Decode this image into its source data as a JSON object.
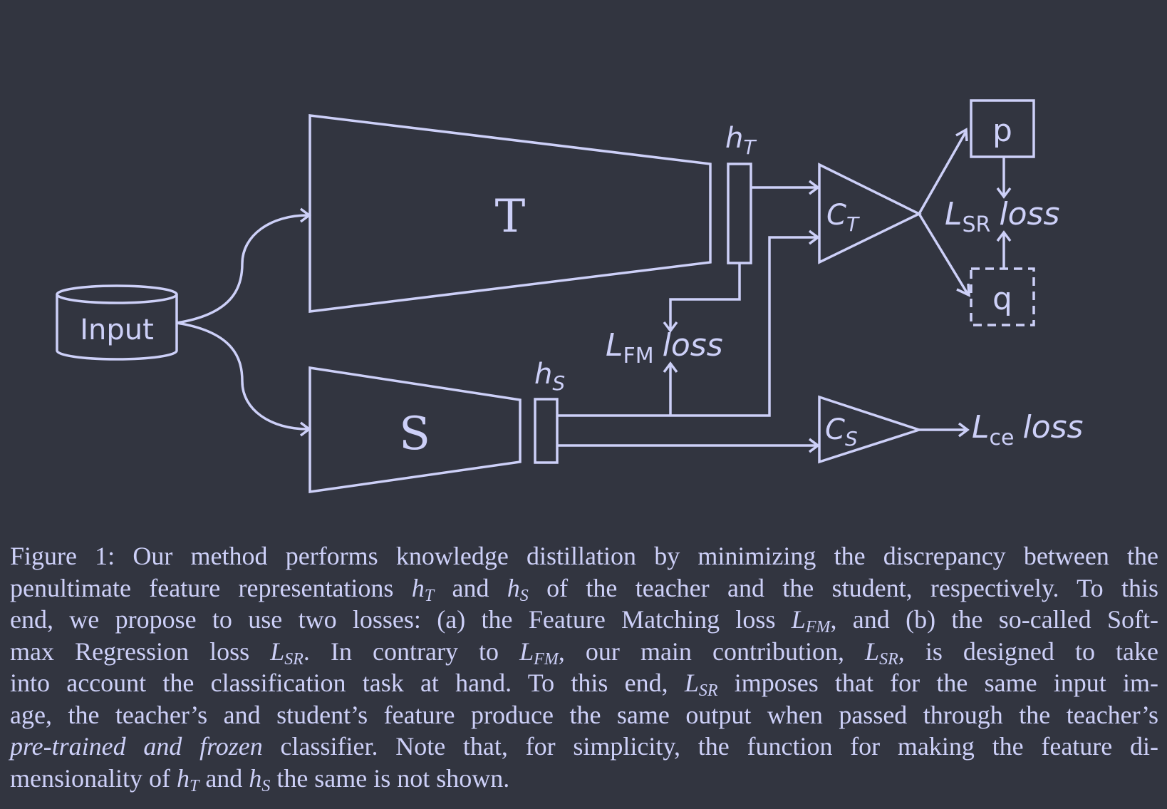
{
  "diagram": {
    "input_label": "Input",
    "teacher_label": "T",
    "student_label": "S",
    "h_teacher": {
      "base": "h",
      "sub": "T"
    },
    "h_student": {
      "base": "h",
      "sub": "S"
    },
    "classifier_teacher": {
      "base": "C",
      "sub": "T"
    },
    "classifier_student": {
      "base": "C",
      "sub": "S"
    },
    "p_label": "p",
    "q_label": "q",
    "loss_sr": {
      "base": "L",
      "sub": "SR",
      "suffix": "loss"
    },
    "loss_fm": {
      "base": "L",
      "sub": "FM",
      "suffix": "loss"
    },
    "loss_ce": {
      "base": "L",
      "sub": "ce",
      "suffix": "loss"
    },
    "line_color": "#cdd0f8",
    "background": "#323540"
  },
  "caption": {
    "l1": {
      "a": "Figure 1: Our method performs knowledge distillation by minimizing the discrepancy between the"
    },
    "l2": {
      "a": "penultimate feature representations ",
      "m1": "h",
      "s1": "T",
      "b": " and ",
      "m2": "h",
      "s2": "S",
      "c": " of the teacher and the student, respectively. To this"
    },
    "l3": {
      "a": "end, we propose to use two losses: (a) the Feature Matching loss ",
      "m1": "L",
      "s1": "FM",
      "b": ", and (b) the so-called Soft-"
    },
    "l4": {
      "a": "max Regression loss ",
      "m1": "L",
      "s1": "SR",
      "b": ". In contrary to ",
      "m2": "L",
      "s2": "FM",
      "c": ", our main contribution, ",
      "m3": "L",
      "s3": "SR",
      "d": ", is designed to take"
    },
    "l5": {
      "a": "into account the classification task at hand. To this end, ",
      "m1": "L",
      "s1": "SR",
      "b": " imposes that for the same input im-"
    },
    "l6": {
      "a": "age, the teacher’s and student’s feature produce the same output when passed through the teacher’s"
    },
    "l7": {
      "it": "pre-trained and frozen",
      "a": " classifier. Note that, for simplicity, the function for making the feature di-"
    },
    "l8": {
      "a": "mensionality of ",
      "m1": "h",
      "s1": "T",
      "b": " and ",
      "m2": "h",
      "s2": "S",
      "c": " the same is not shown."
    }
  }
}
